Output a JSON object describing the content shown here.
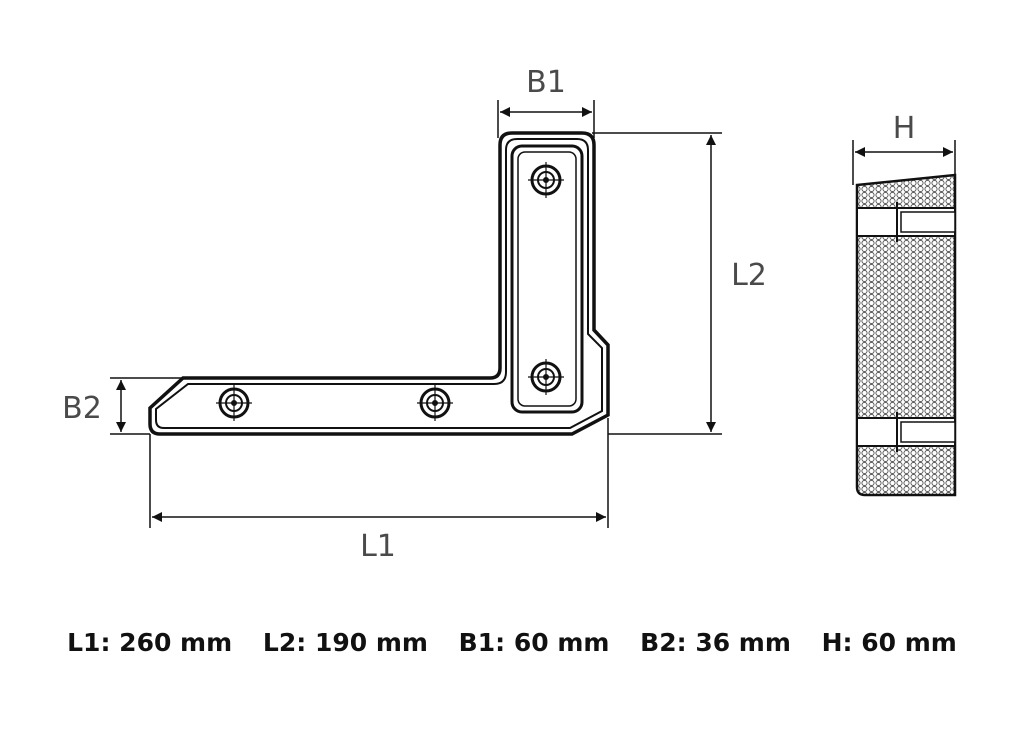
{
  "dimension_labels": {
    "l1": "L1",
    "l2": "L2",
    "b1": "B1",
    "b2": "B2",
    "h": "H"
  },
  "specs": [
    {
      "label": "L1:",
      "value": "260 mm"
    },
    {
      "label": "L2:",
      "value": "190 mm"
    },
    {
      "label": "B1:",
      "value": "60 mm"
    },
    {
      "label": "B2:",
      "value": "36 mm"
    },
    {
      "label": "H:",
      "value": "60 mm"
    }
  ]
}
